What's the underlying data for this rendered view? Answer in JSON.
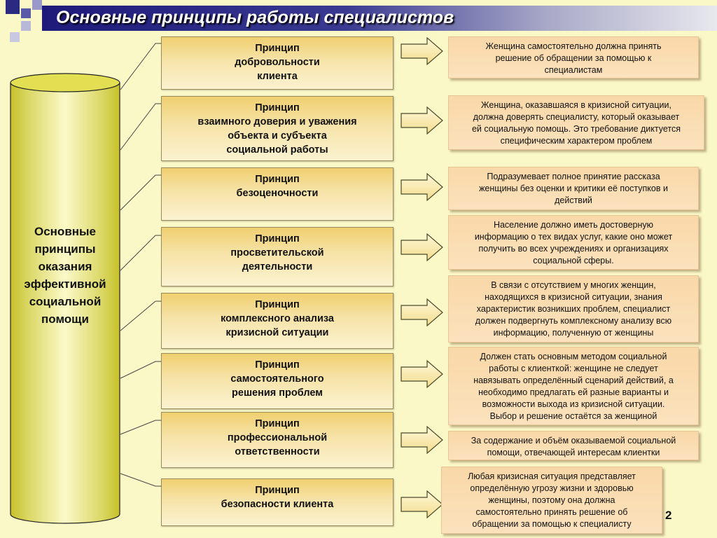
{
  "slide": {
    "title": "Основные принципы работы специалистов",
    "central_label": "Основные\nпринципы\nоказания\nэффективной\nсоциальной\nпомощи",
    "page_number": "2"
  },
  "principles": [
    {
      "title": "Принцип\nдобровольности\nклиента",
      "description": "Женщина  самостоятельно должна принять\nрешение  об обращении за помощью к\nспециалистам"
    },
    {
      "title": "Принцип\nвзаимного доверия и уважения\nобъекта и субъекта\nсоциальной работы",
      "description": "Женщина, оказавшаяся в кризисной ситуации,\nдолжна доверять  специалисту, который оказывает\nей социальную помощь. Это требование  диктуется\nспецифическим характером  проблем"
    },
    {
      "title": "Принцип\nбезоценочности",
      "description": "Подразумевает полное принятие рассказа\nженщины без оценки и критики её  поступков и\nдействий"
    },
    {
      "title": "Принцип\nпросветительской\nдеятельности",
      "description": "Население  должно иметь достоверную\nинформацию о тех видах услуг, какие оно может\nполучить во всех учреждениях и организациях\nсоциальной сферы."
    },
    {
      "title": "Принцип\nкомплексного анализа\nкризисной ситуации",
      "description": "В связи с   отсутствием у многих женщин,\nнаходящихся в кризисной ситуации, знания\nхарактеристик  возникших  проблем, специалист\nдолжен подвергнуть комплексному  анализу  всю\nинформацию, полученную от женщины"
    },
    {
      "title": "Принцип\nсамостоятельного\nрешения проблем",
      "description": "Должен стать основным  методом социальной\nработы с клиенткой: женщине не следует\nнавязывать  определённый сценарий действий, а\nнеобходимо предлагать ей разные варианты и\nвозможности выхода из  кризисной ситуации.\nВыбор и решение остаётся за женщиной"
    },
    {
      "title": "Принцип\nпрофессиональной\nответственности",
      "description": "За содержание и объём  оказываемой социальной\nпомощи, отвечающей интересам клиентки"
    },
    {
      "title": "Принцип\nбезопасности клиента",
      "description": "Любая кризисная ситуация  представляет\nопределённую угрозу  жизни и здоровью\nженщины, поэтому она должна\nсамостоятельно принять решение об\nобращении за помощью к специалисту"
    }
  ]
}
